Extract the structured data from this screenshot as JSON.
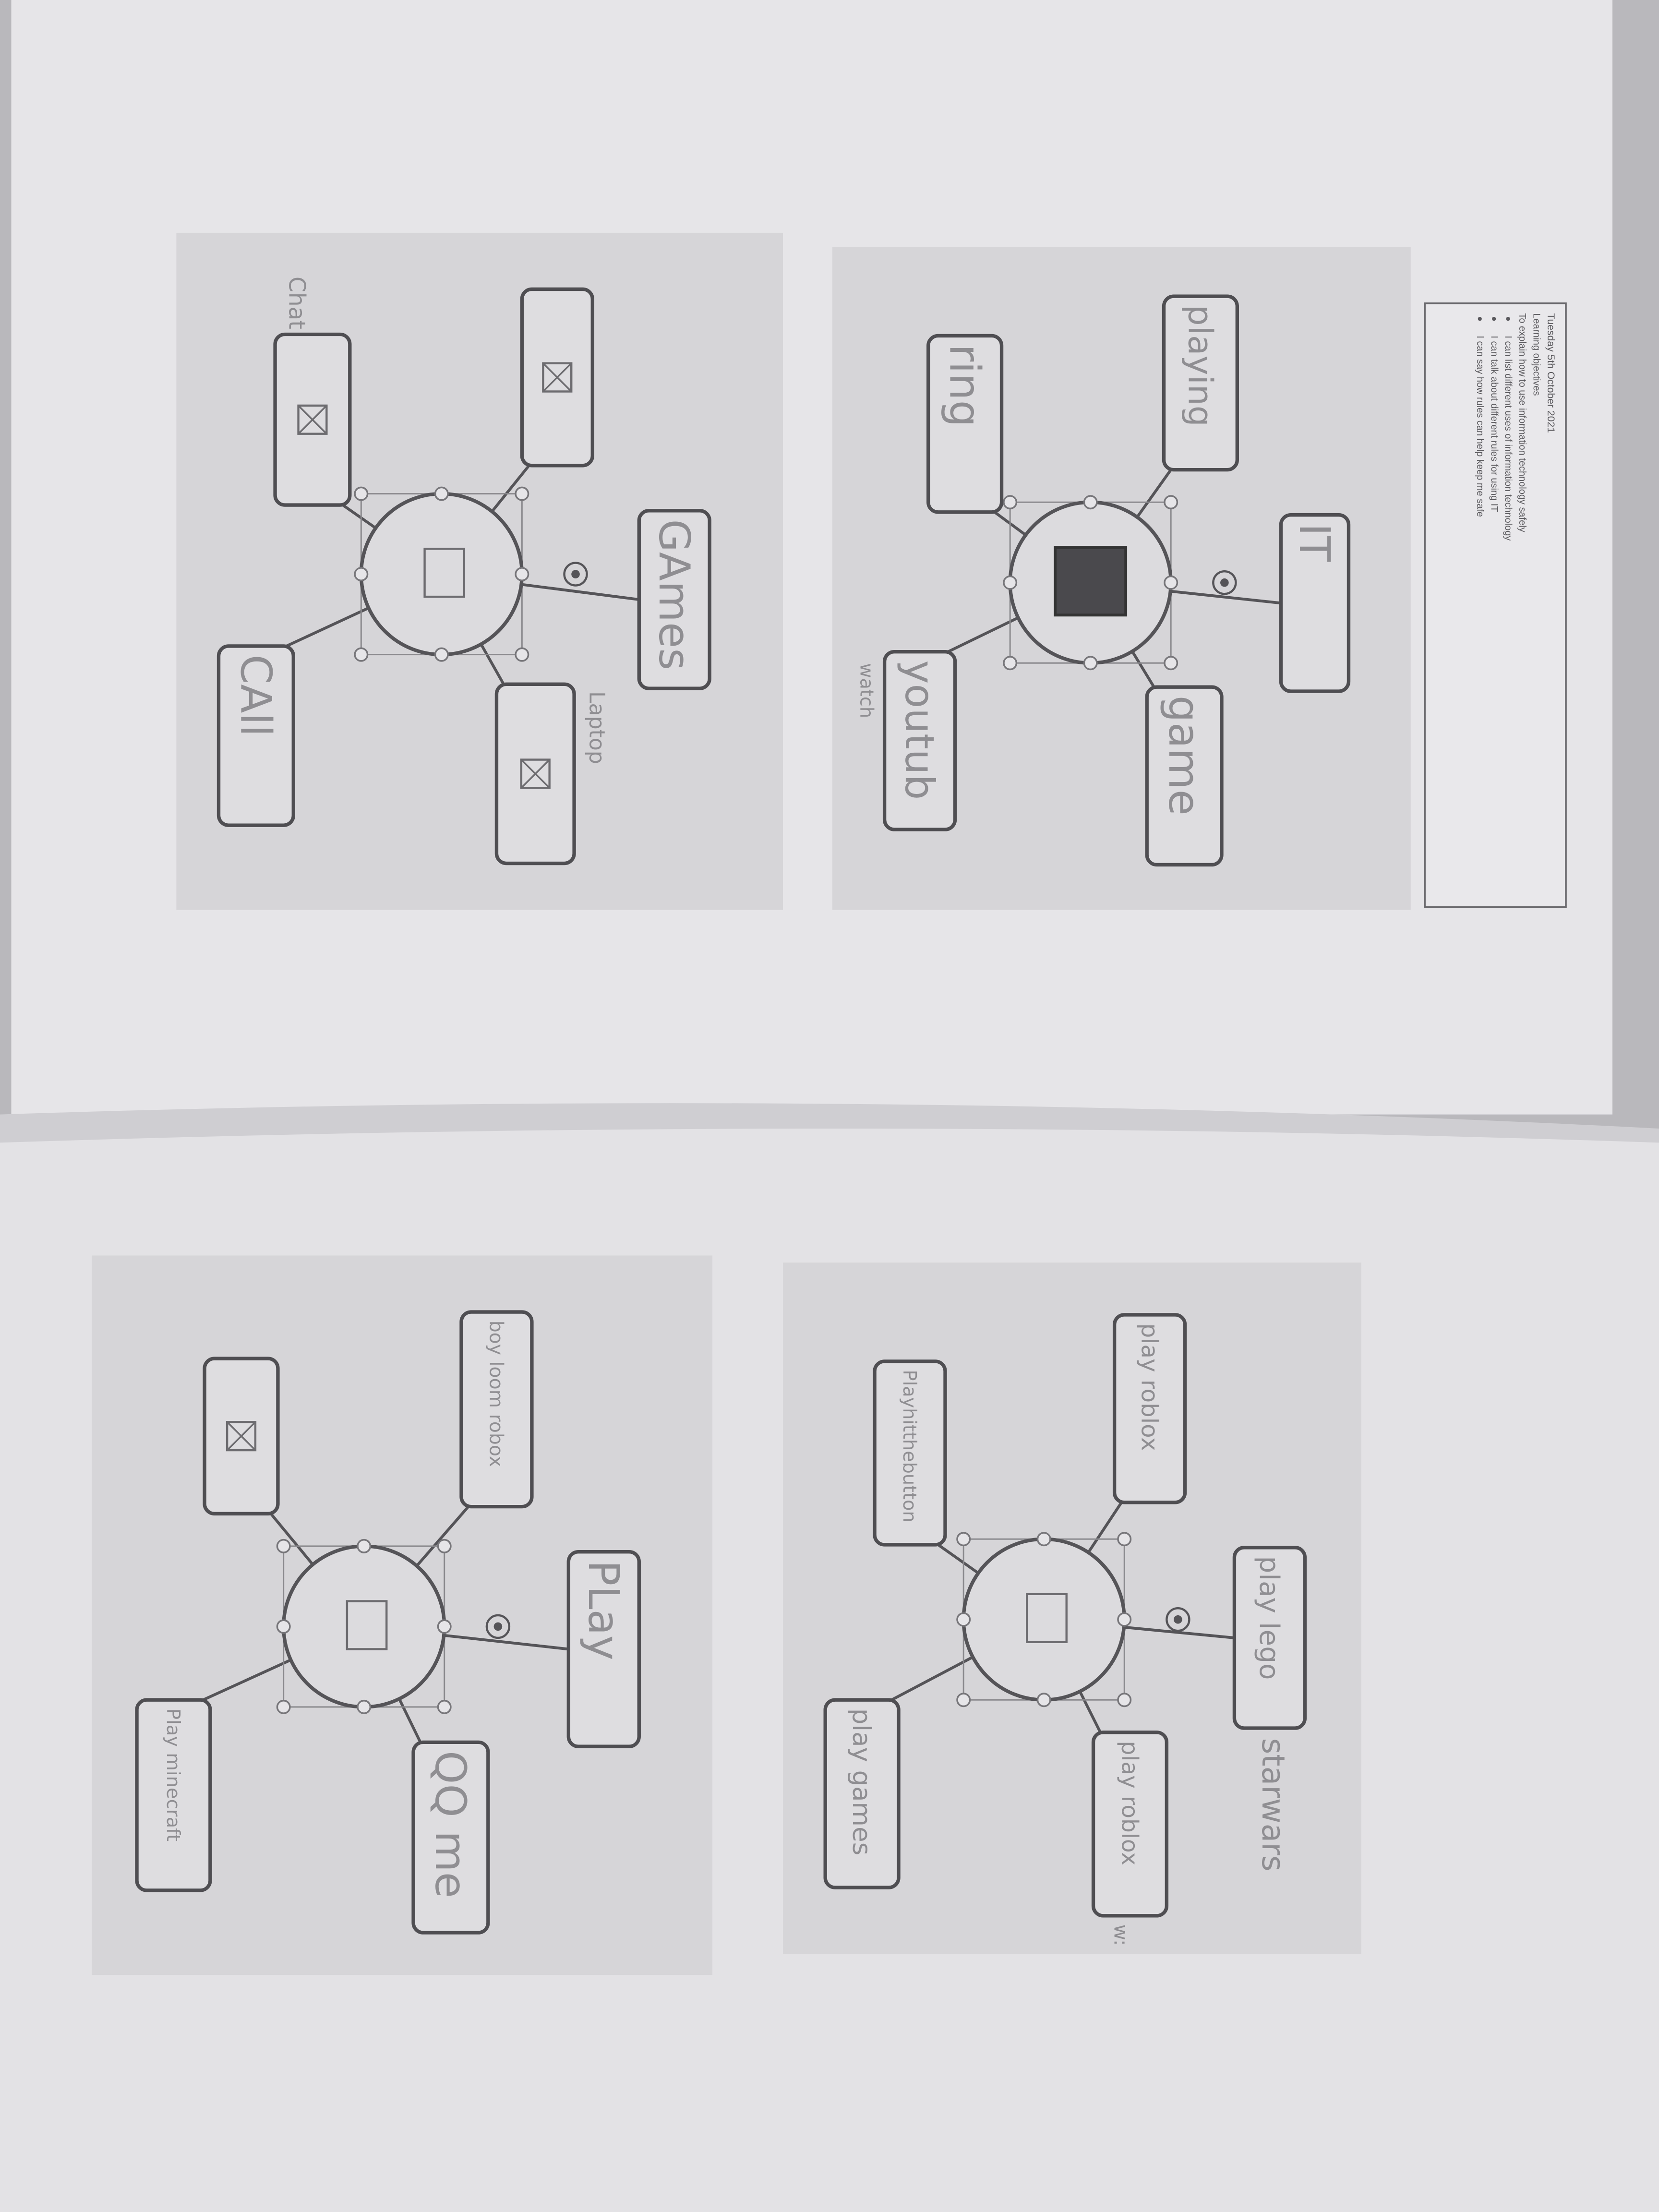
{
  "objectives": {
    "date": "Tuesday 5th October 2021",
    "heading": "Learning objectives",
    "aim": "To explain how to use information technology safely",
    "bullets": [
      "I can list different uses of information technology",
      "I can talk about different rules for using IT",
      "I can say how rules can help keep me safe"
    ]
  },
  "diagrams": [
    {
      "name": "top-left",
      "labels": [
        "",
        "",
        "GAmes",
        "",
        "CAll"
      ],
      "outside": [
        "Chat",
        "Laptop"
      ]
    },
    {
      "name": "top-right",
      "labels": [
        "ring",
        "playing",
        "IT",
        "game",
        "youtub"
      ],
      "outside": [
        "watch"
      ]
    },
    {
      "name": "bottom-left",
      "labels": [
        "",
        "boy loom robox",
        "PLay",
        "QQ me",
        "Play minecraft"
      ],
      "outside": []
    },
    {
      "name": "bottom-right",
      "labels": [
        "Playhitthebutton",
        "play roblox",
        "play lego",
        "play roblox",
        "play games"
      ],
      "outside": [
        "starwars",
        "w:"
      ]
    }
  ],
  "colors": {
    "paper": "#e6e5e8",
    "sheet": "#d5d4d7",
    "ink": "#535256",
    "pencil": "#8f8e92"
  }
}
